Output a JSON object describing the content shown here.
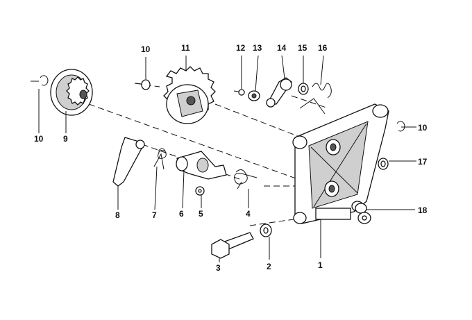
{
  "callouts": [
    {
      "id": "1",
      "text": "1"
    },
    {
      "id": "2",
      "text": "2"
    },
    {
      "id": "3",
      "text": "3"
    },
    {
      "id": "4",
      "text": "4"
    },
    {
      "id": "5",
      "text": "5"
    },
    {
      "id": "6",
      "text": "6"
    },
    {
      "id": "7",
      "text": "7"
    },
    {
      "id": "8",
      "text": "8"
    },
    {
      "id": "9",
      "text": "9"
    },
    {
      "id": "10a",
      "text": "10"
    },
    {
      "id": "10b",
      "text": "10"
    },
    {
      "id": "10c",
      "text": "10"
    },
    {
      "id": "11",
      "text": "11"
    },
    {
      "id": "12",
      "text": "12"
    },
    {
      "id": "13",
      "text": "13"
    },
    {
      "id": "14",
      "text": "14"
    },
    {
      "id": "15",
      "text": "15"
    },
    {
      "id": "16",
      "text": "16"
    },
    {
      "id": "17",
      "text": "17"
    },
    {
      "id": "18",
      "text": "18"
    }
  ]
}
